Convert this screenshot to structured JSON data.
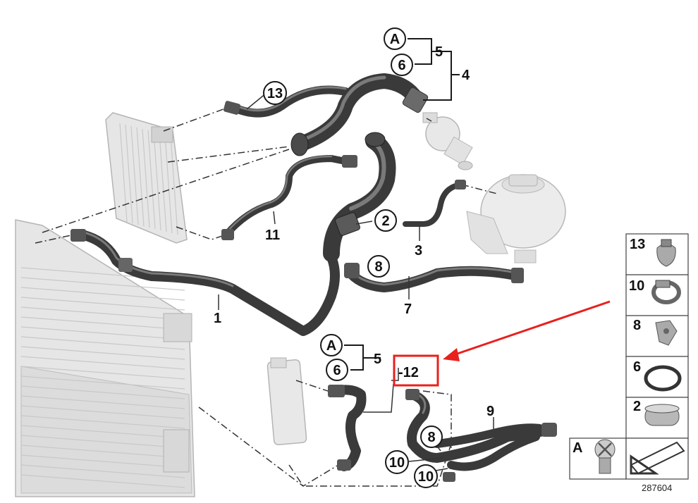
{
  "diagram": {
    "reference_number": "287604",
    "highlight_color": "#e8201e",
    "callouts": [
      {
        "id": "callout-A-top",
        "label": "A"
      },
      {
        "id": "callout-6-top",
        "label": "6"
      },
      {
        "id": "callout-13",
        "label": "13"
      },
      {
        "id": "callout-2",
        "label": "2"
      },
      {
        "id": "callout-8-mid",
        "label": "8"
      },
      {
        "id": "callout-A-bottom",
        "label": "A"
      },
      {
        "id": "callout-6-bottom",
        "label": "6"
      },
      {
        "id": "callout-8-bottom",
        "label": "8"
      },
      {
        "id": "callout-10-left",
        "label": "10"
      },
      {
        "id": "callout-10-right",
        "label": "10"
      }
    ],
    "part_numbers": [
      {
        "id": "part-5-top",
        "label": "5"
      },
      {
        "id": "part-4",
        "label": "4"
      },
      {
        "id": "part-11",
        "label": "11"
      },
      {
        "id": "part-3",
        "label": "3"
      },
      {
        "id": "part-7",
        "label": "7"
      },
      {
        "id": "part-1",
        "label": "1"
      },
      {
        "id": "part-5-bottom",
        "label": "5"
      },
      {
        "id": "part-12",
        "label": "-12"
      },
      {
        "id": "part-9",
        "label": "9"
      }
    ],
    "legend": [
      {
        "label": "13",
        "icon": "hose-clamp-icon"
      },
      {
        "label": "10",
        "icon": "worm-clamp-icon"
      },
      {
        "label": "8",
        "icon": "bracket-clip-icon"
      },
      {
        "label": "6",
        "icon": "o-ring-icon"
      },
      {
        "label": "2",
        "icon": "band-clamp-icon"
      },
      {
        "label": "A",
        "icon": "bleed-screw-icon"
      }
    ]
  }
}
